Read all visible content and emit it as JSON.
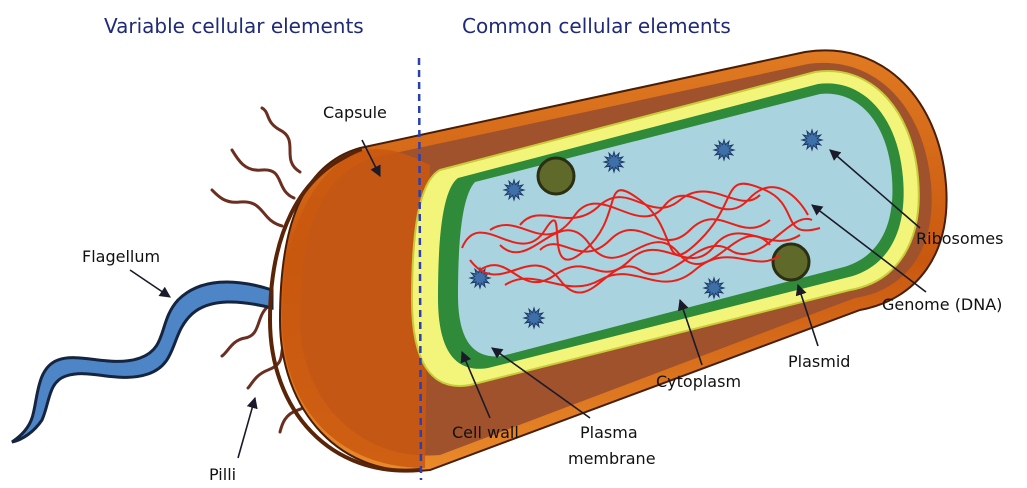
{
  "headings": {
    "variable": "Variable cellular elements",
    "common": "Common cellular elements"
  },
  "labels": {
    "capsule": "Capsule",
    "flagellum": "Flagellum",
    "pilli": "Pilli",
    "cell_wall": "Cell wall",
    "plasma_membrane_line1": "Plasma",
    "plasma_membrane_line2": "membrane",
    "cytoplasm": "Cytoplasm",
    "plasmid": "Plasmid",
    "genome": "Genome (DNA)",
    "ribosomes": "Ribosomes"
  },
  "colors": {
    "heading": "#1f2a78",
    "capsule": "#c9580f",
    "capsule_dark": "#7a2a08",
    "outer_shell": "#a0522d",
    "cell_wall": "#f2f57a",
    "plasma_membrane": "#2f8a3a",
    "cytoplasm": "#a9d3df",
    "dna": "#e8201a",
    "plasmid": "#5f6a2a",
    "ribosome": "#3d6fa8",
    "flagellum": "#4d85c6",
    "pilli": "#6b2f22",
    "divider": "#2b3fb0"
  }
}
